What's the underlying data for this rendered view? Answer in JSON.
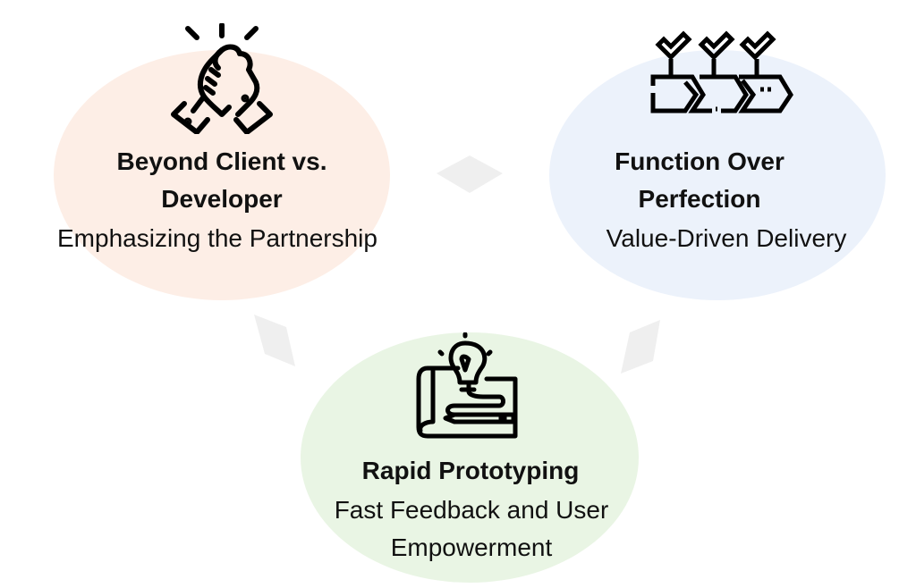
{
  "nodes": [
    {
      "title_line1": "Beyond Client vs.",
      "title_line2": "Developer",
      "subtitle": "Emphasizing the Partnership",
      "icon": "handshake-icon",
      "color": "#fdeee6"
    },
    {
      "title_line1": "Function Over",
      "title_line2": "Perfection",
      "subtitle": "Value-Driven Delivery",
      "icon": "checklist-progress-icon",
      "color": "#ecf2fb"
    },
    {
      "title_line1": "Rapid Prototyping",
      "subtitle_line1": "Fast Feedback and User",
      "subtitle_line2": "Empowerment",
      "icon": "lightbulb-blueprint-icon",
      "color": "#e9f5e4"
    }
  ],
  "connector_color": "#efefef"
}
